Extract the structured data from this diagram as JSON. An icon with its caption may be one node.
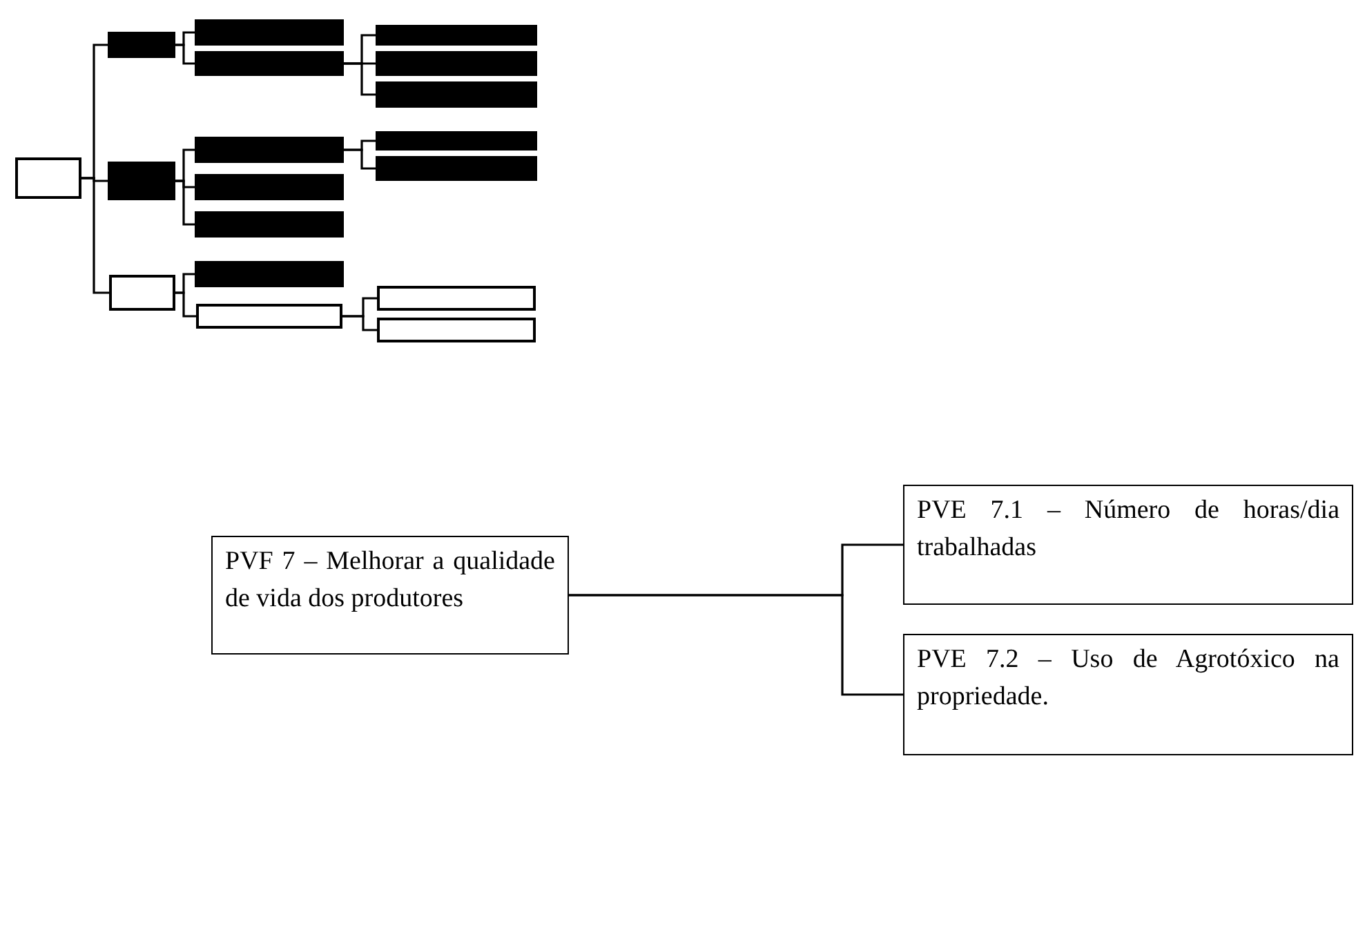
{
  "diagram": {
    "nodes": [
      {
        "text": [],
        "shape": "box"
      },
      {
        "text": [],
        "shape": "box"
      },
      {
        "text": [],
        "shape": "box"
      },
      {
        "text": [],
        "shape": "box"
      },
      {
        "text": [],
        "shape": "box"
      },
      {
        "text": [],
        "shape": "box"
      },
      {
        "text": [],
        "shape": "box"
      },
      {
        "text": [],
        "shape": "box"
      },
      {
        "text": [],
        "shape": "box"
      },
      {
        "text": [],
        "shape": "box"
      },
      {
        "text": [],
        "shape": "box"
      },
      {
        "text": [],
        "shape": "box"
      },
      {
        "text": [],
        "shape": "box"
      },
      {
        "text": [],
        "shape": "box"
      },
      {
        "text": [],
        "shape": "box"
      },
      {
        "text": [],
        "shape": "box"
      },
      {
        "text": [],
        "shape": "box"
      },
      {
        "text": [],
        "shape": "box"
      },
      {
        "text": [
          "PVF 7 – Melhorar a qualidade de vida dos produtores"
        ]
      },
      {
        "text": [
          "PVE 7.1 – Número de horas/dia trabalhadas"
        ]
      },
      {
        "text": [
          "PVE 7.2 – Uso de Agrotóxico na propriedade."
        ]
      }
    ],
    "edges": [
      {
        "from": 0,
        "to": 1,
        "arrow": "none"
      },
      {
        "from": 1,
        "to": 2,
        "arrow": "none"
      },
      {
        "from": 1,
        "to": 3,
        "arrow": "none"
      },
      {
        "from": 3,
        "to": 4,
        "arrow": "none"
      },
      {
        "from": 3,
        "to": 5,
        "arrow": "none"
      },
      {
        "from": 3,
        "to": 6,
        "arrow": "none"
      },
      {
        "from": 0,
        "to": 7,
        "arrow": "none"
      },
      {
        "from": 7,
        "to": 8,
        "arrow": "none"
      },
      {
        "from": 8,
        "to": 9,
        "arrow": "none"
      },
      {
        "from": 8,
        "to": 10,
        "arrow": "none"
      },
      {
        "from": 7,
        "to": 11,
        "arrow": "none"
      },
      {
        "from": 7,
        "to": 12,
        "arrow": "none"
      },
      {
        "from": 0,
        "to": 13,
        "arrow": "none"
      },
      {
        "from": 13,
        "to": 14,
        "arrow": "none"
      },
      {
        "from": 13,
        "to": 15,
        "arrow": "none"
      },
      {
        "from": 15,
        "to": 16,
        "arrow": "none"
      },
      {
        "from": 15,
        "to": 17,
        "arrow": "none"
      },
      {
        "from": 18,
        "to": 19,
        "arrow": "none"
      },
      {
        "from": 18,
        "to": 20,
        "arrow": "none"
      }
    ]
  }
}
